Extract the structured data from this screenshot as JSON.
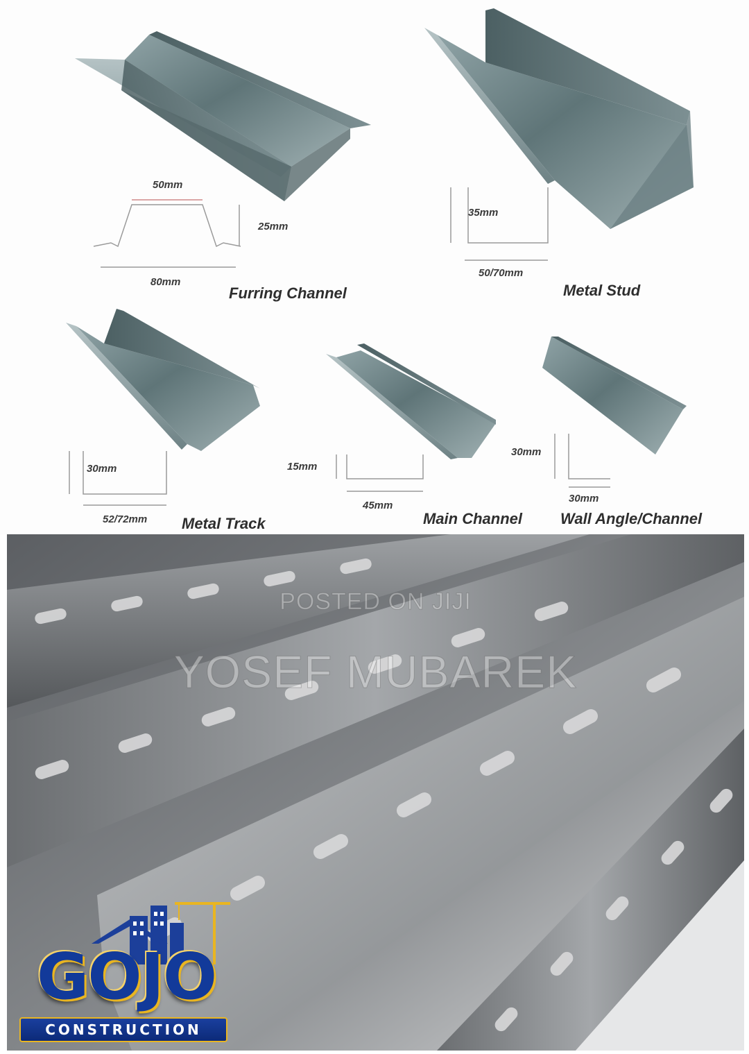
{
  "catalog": {
    "products": [
      {
        "name": "Furring Channel",
        "dims": [
          "50mm",
          "25mm",
          "80mm"
        ]
      },
      {
        "name": "Metal Stud",
        "dims": [
          "35mm",
          "50/70mm"
        ]
      },
      {
        "name": "Metal Track",
        "dims": [
          "30mm",
          "52/72mm"
        ]
      },
      {
        "name": "Main Channel",
        "dims": [
          "15mm",
          "45mm"
        ]
      },
      {
        "name": "Wall Angle/Channel",
        "dims": [
          "30mm",
          "30mm"
        ]
      }
    ]
  },
  "photo": {
    "watermark_posted": "POSTED ON JIJI",
    "watermark_seller": "YOSEF MUBAREK"
  },
  "logo": {
    "word": "GOJO",
    "sub": "CONSTRUCTION",
    "colors": {
      "blue": "#123a9a",
      "gold": "#e9b521"
    }
  }
}
